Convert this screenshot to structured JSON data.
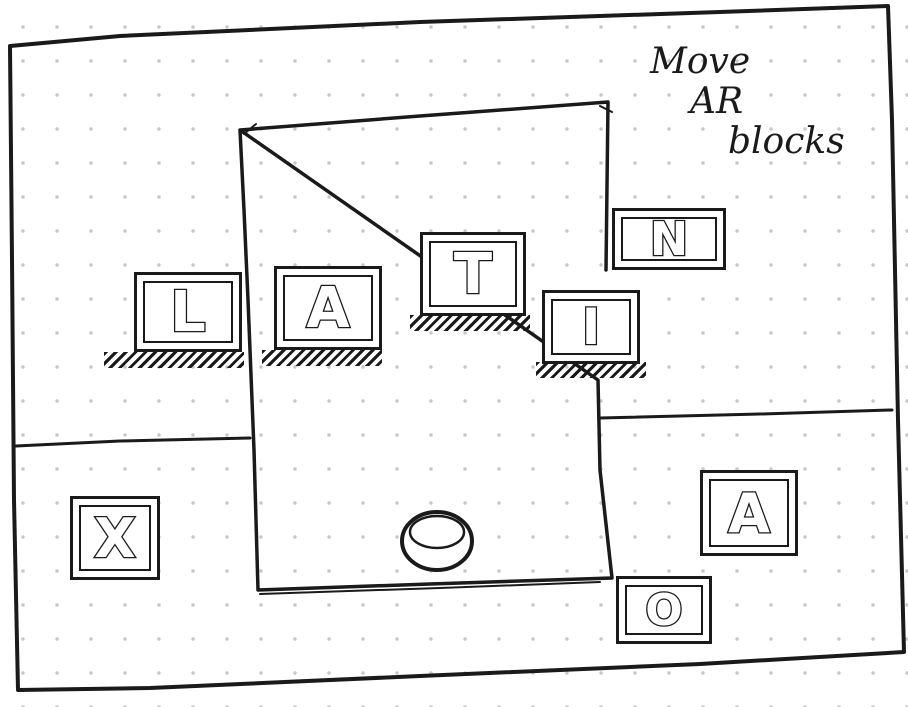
{
  "annotation": {
    "lines": [
      "Move",
      "AR",
      "blocks"
    ]
  },
  "blocks": [
    {
      "id": "L",
      "letter": "L"
    },
    {
      "id": "A1",
      "letter": "A"
    },
    {
      "id": "T",
      "letter": "T"
    },
    {
      "id": "N",
      "letter": "N"
    },
    {
      "id": "I",
      "letter": "I"
    },
    {
      "id": "X",
      "letter": "X"
    },
    {
      "id": "A2",
      "letter": "A"
    },
    {
      "id": "O",
      "letter": "O"
    }
  ],
  "colors": {
    "ink": "#1a1a1a",
    "paper": "#ffffff",
    "grid_dot": "#c9c9c9"
  },
  "icons": {
    "shutter": "camera-shutter-button-icon"
  }
}
